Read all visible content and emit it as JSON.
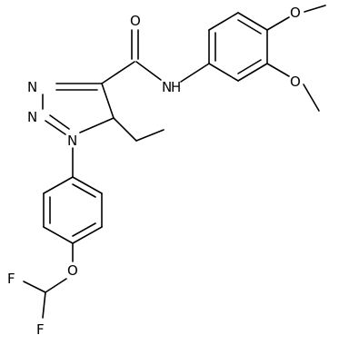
{
  "atom_labels": {
    "carbonyl_oxygen": "O",
    "amide_nh": "N",
    "amide_h": "H",
    "triazole_n3": "N",
    "triazole_n2": "N",
    "triazole_n1": "N",
    "methoxy_o_para": "O",
    "methoxy_o_meta": "O",
    "ether_oxygen": "O",
    "fluorine_top": "F",
    "fluorine_bottom": "F"
  },
  "colors": {
    "bond": "#000000",
    "label": "#000000",
    "background": "#ffffff"
  }
}
